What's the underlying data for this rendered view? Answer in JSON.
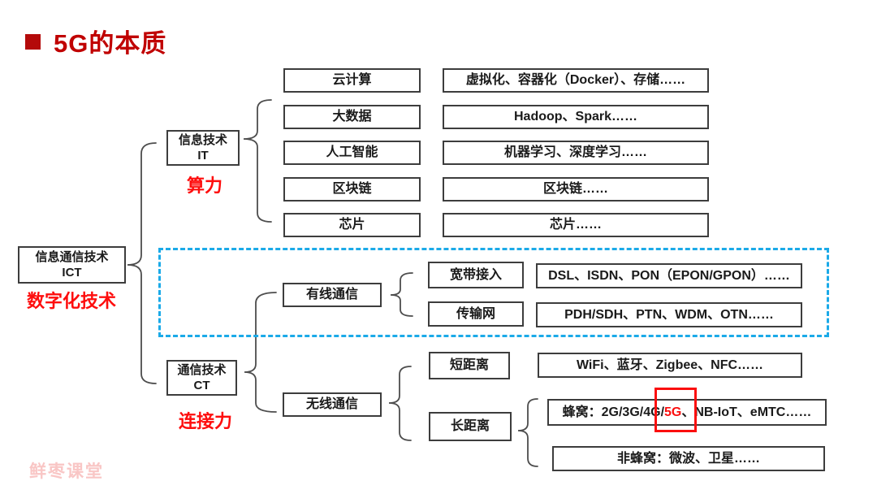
{
  "slide": {
    "title": "5G的本质",
    "watermark": "鲜枣课堂"
  },
  "colors": {
    "title_red": "#c00000",
    "accent_red": "#fe0d0d",
    "dashed_border_cyan": "#1baae8",
    "box_border": "#3d3d3d",
    "watermark_pink": "#f9c6c5"
  },
  "tree": {
    "root": {
      "line1": "信息通信技术",
      "line2": "ICT",
      "tag": "数字化技术"
    },
    "it": {
      "node": {
        "line1": "信息技术",
        "line2": "IT",
        "tag": "算力"
      },
      "rows": [
        {
          "category": "云计算",
          "detail": "虚拟化、容器化（Docker）、存储……"
        },
        {
          "category": "大数据",
          "detail": "Hadoop、Spark……"
        },
        {
          "category": "人工智能",
          "detail": "机器学习、深度学习……"
        },
        {
          "category": "区块链",
          "detail": "区块链……"
        },
        {
          "category": "芯片",
          "detail": "芯片……"
        }
      ]
    },
    "ct": {
      "node": {
        "line1": "通信技术",
        "line2": "CT",
        "tag": "连接力"
      },
      "wired": {
        "node": "有线通信",
        "rows": [
          {
            "category": "宽带接入",
            "detail": "DSL、ISDN、PON（EPON/GPON）……"
          },
          {
            "category": "传输网",
            "detail": "PDH/SDH、PTN、WDM、OTN……"
          }
        ]
      },
      "wireless": {
        "node": "无线通信",
        "short": {
          "category": "短距离",
          "detail": "WiFi、蓝牙、Zigbee、NFC……"
        },
        "long": {
          "category": "长距离",
          "cellular": {
            "prefix": "蜂窝：2G/3G/4G/",
            "highlight": "5G",
            "suffix": "、NB-IoT、eMTC……"
          },
          "non_cellular": "非蜂窝：微波、卫星……"
        }
      }
    }
  }
}
